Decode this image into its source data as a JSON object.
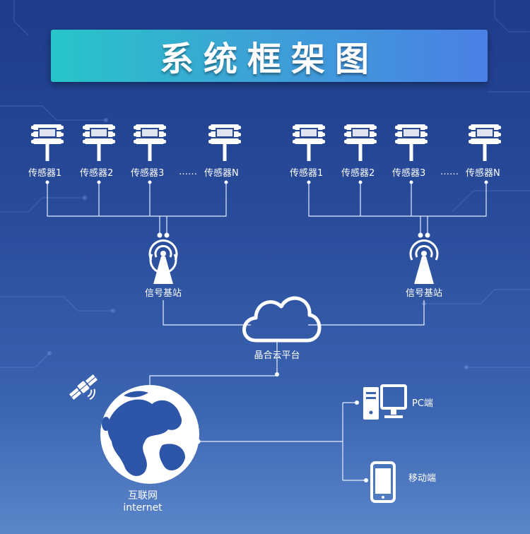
{
  "title": "系统框架图",
  "groups": [
    {
      "sensors": [
        "传感器1",
        "传感器2",
        "传感器3",
        "传感器N"
      ],
      "ellipsis": "……",
      "base_station": "信号基站"
    },
    {
      "sensors": [
        "传感器1",
        "传感器2",
        "传感器3",
        "传感器N"
      ],
      "ellipsis": "……",
      "base_station": "信号基站"
    }
  ],
  "cloud": "晶合云平台",
  "internet": {
    "line1": "互联网",
    "line2": "internet"
  },
  "clients": {
    "pc": "PC端",
    "mobile": "移动端"
  },
  "icons": {
    "sensor": "sensor-icon",
    "antenna": "antenna-icon",
    "cloud": "cloud-icon",
    "globe": "globe-icon",
    "satellite": "satellite-icon",
    "pc": "desktop-computer-icon",
    "mobile": "mobile-phone-icon"
  }
}
